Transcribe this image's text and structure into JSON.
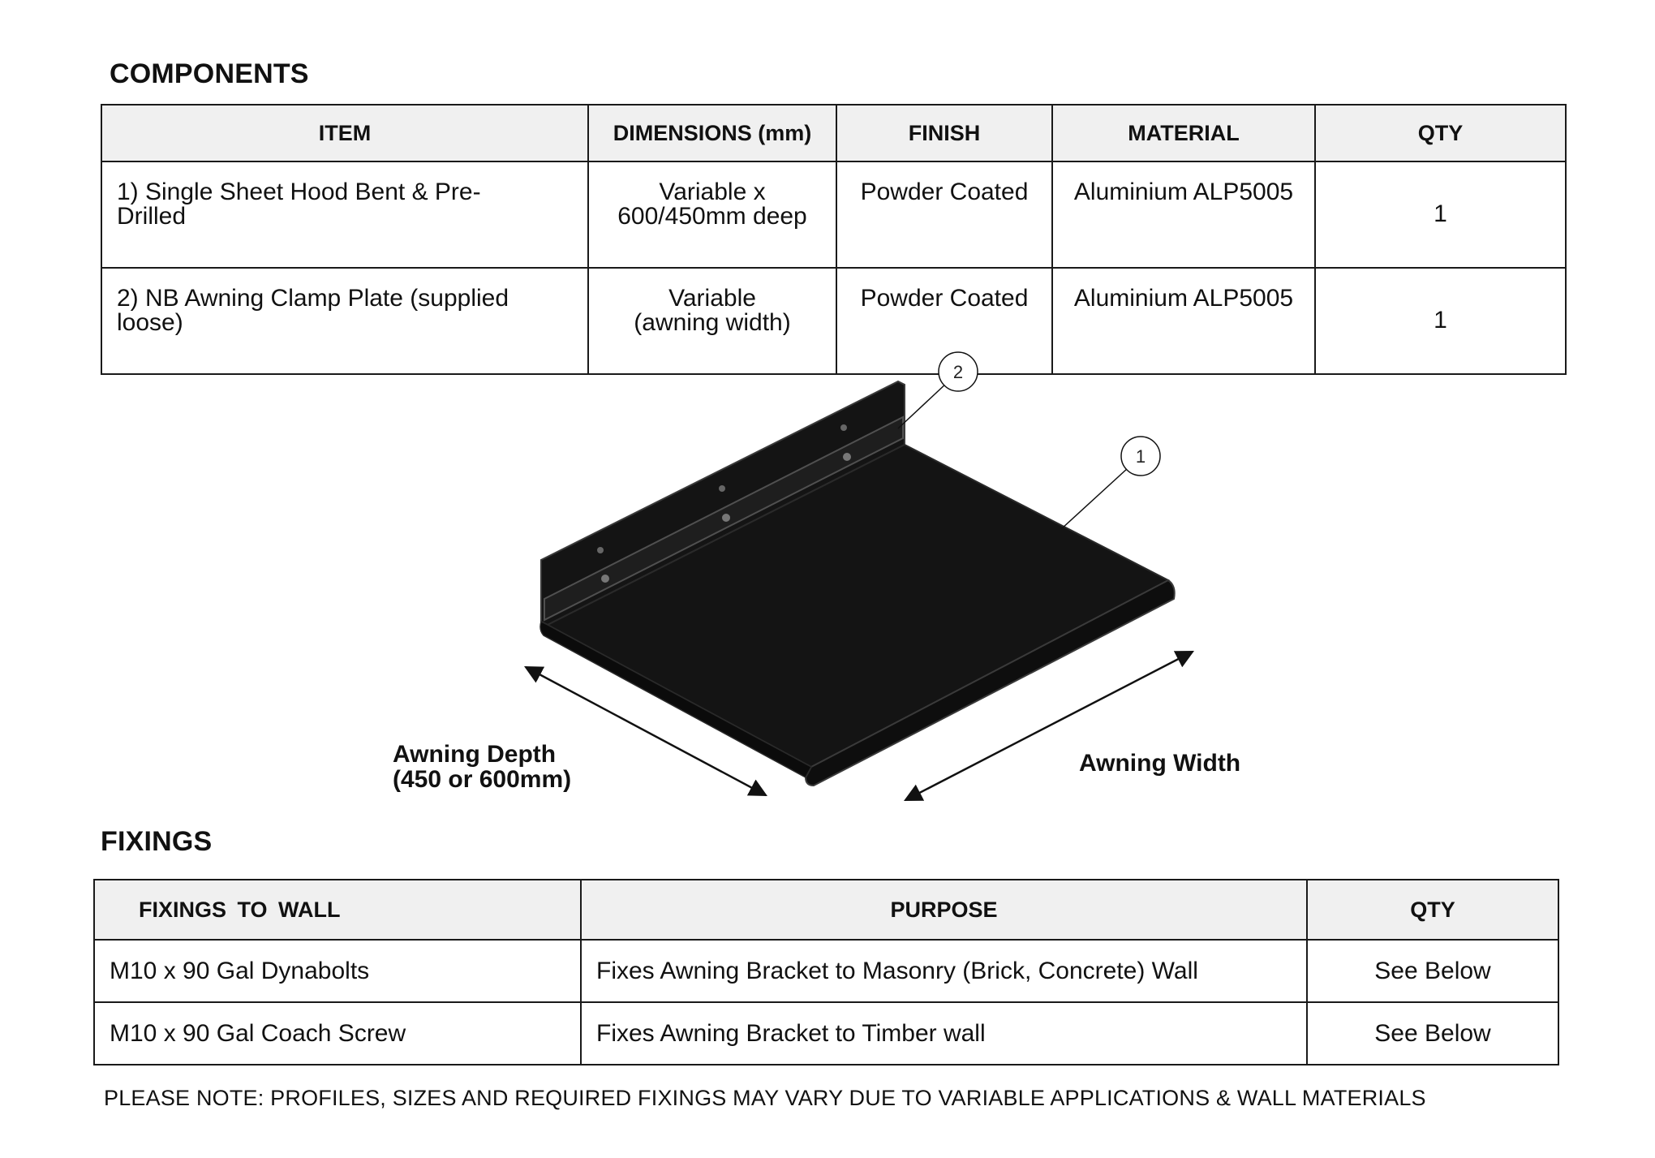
{
  "components": {
    "heading": "COMPONENTS",
    "columns": [
      "ITEM",
      "DIMENSIONS (mm)",
      "FINISH",
      "MATERIAL",
      "QTY"
    ],
    "rows": [
      {
        "item_line1": "1) Single Sheet Hood Bent & Pre-",
        "item_line2": "Drilled",
        "dim_line1": "Variable x",
        "dim_line2": "600/450mm deep",
        "finish": "Powder Coated",
        "material": "Aluminium ALP5005",
        "qty": "1"
      },
      {
        "item_line1": "2) NB Awning Clamp Plate (supplied",
        "item_line2": "loose)",
        "dim_line1": "Variable",
        "dim_line2": "(awning width)",
        "finish": "Powder Coated",
        "material": "Aluminium ALP5005",
        "qty": "1"
      }
    ]
  },
  "drawing": {
    "callout_1": "1",
    "callout_2": "2",
    "depth_label_line1": "Awning Depth",
    "depth_label_line2": "(450 or 600mm)",
    "width_label": "Awning Width",
    "colors": {
      "sheet": "#141414",
      "edge": "#3a3a3a",
      "line": "#111111"
    }
  },
  "fixings": {
    "heading": "FIXINGS",
    "columns": [
      "FIXINGS  TO  WALL",
      "PURPOSE",
      "QTY"
    ],
    "rows": [
      {
        "fixing": "M10 x 90 Gal Dynabolts",
        "purpose": "Fixes Awning Bracket to Masonry (Brick, Concrete) Wall",
        "qty": "See Below"
      },
      {
        "fixing": "M10 x 90 Gal Coach Screw",
        "purpose": "Fixes Awning Bracket to Timber wall",
        "qty": "See Below"
      }
    ]
  },
  "note": "PLEASE NOTE: PROFILES, SIZES AND REQUIRED FIXINGS MAY VARY DUE TO VARIABLE APPLICATIONS & WALL MATERIALS"
}
